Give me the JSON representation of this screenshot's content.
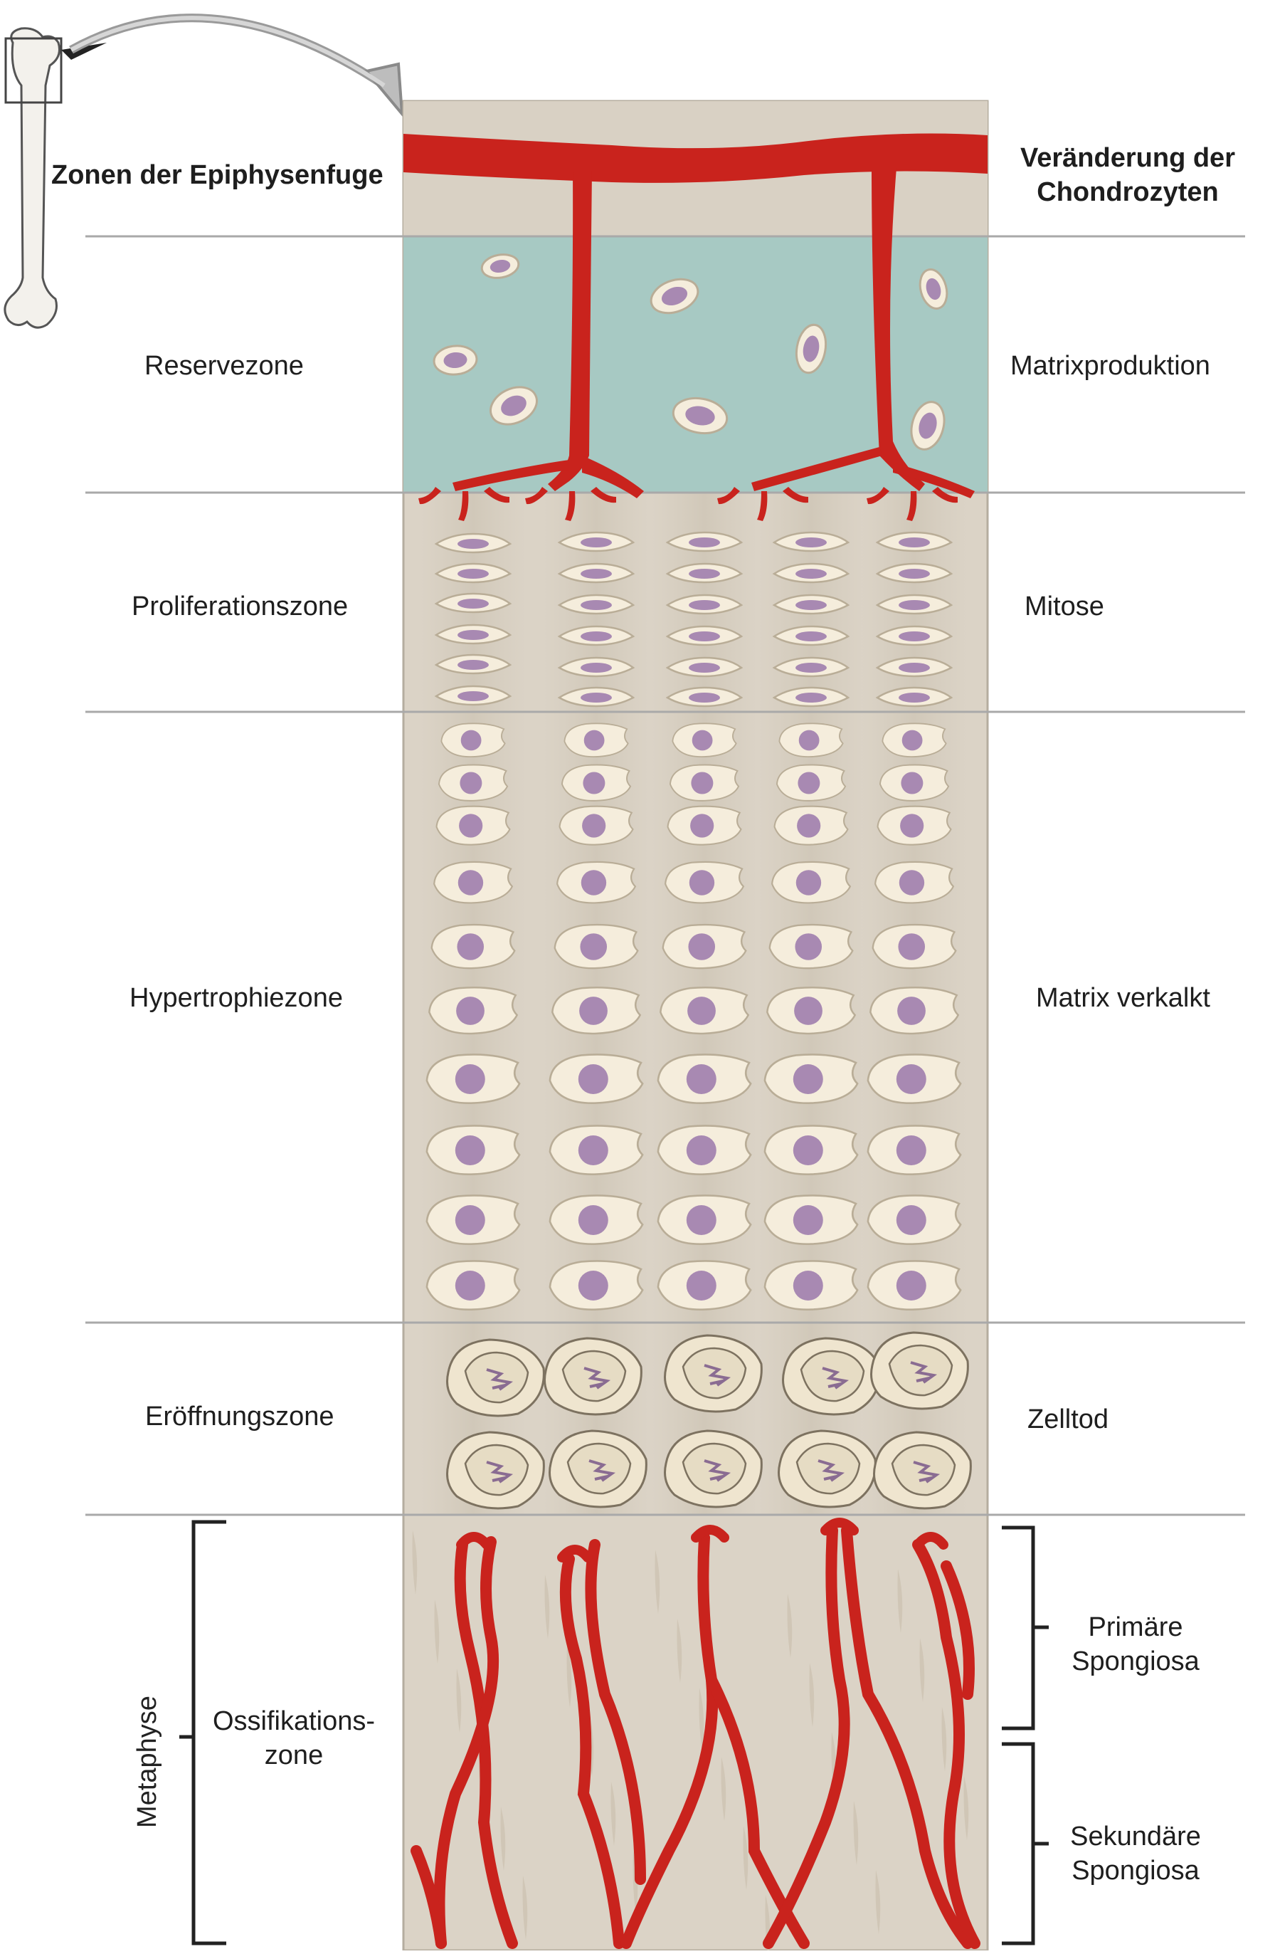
{
  "header": {
    "left_title": "Zonen der Epiphysenfuge",
    "right_title_line1": "Veränderung der",
    "right_title_line2": "Chondrozyten"
  },
  "zones": [
    {
      "name": "Reservezone",
      "change": "Matrixproduktion"
    },
    {
      "name": "Proliferationszone",
      "change": "Mitose"
    },
    {
      "name": "Hypertrophiezone",
      "change": "Matrix verkalkt"
    },
    {
      "name": "Eröffnungszone",
      "change": "Zelltod"
    }
  ],
  "ossification": {
    "name_line1": "Ossifikations-",
    "name_line2": "zone",
    "region": "Metaphyse",
    "primary_line1": "Primäre",
    "primary_line2": "Spongiosa",
    "secondary_line1": "Sekundäre",
    "secondary_line2": "Spongiosa"
  },
  "colors": {
    "matrix_beige": "#dbd3c6",
    "reserve_blue": "#a7c9c3",
    "vessel_red": "#c9231d",
    "cell_fill": "#f5eddc",
    "nucleus_purple": "#a889b2",
    "divider_gray": "#a9a9a9"
  },
  "icons": [
    "femur-bone-icon",
    "curved-arrow-icon"
  ]
}
